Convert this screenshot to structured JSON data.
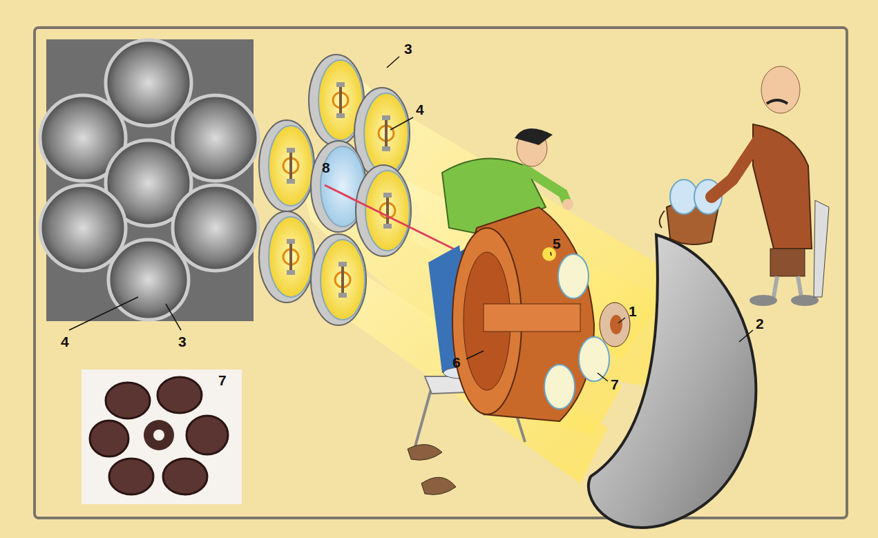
{
  "diagram": {
    "labels": [
      "3",
      "4",
      "8",
      "5",
      "1",
      "2",
      "6",
      "7",
      "4",
      "3",
      "7"
    ]
  }
}
